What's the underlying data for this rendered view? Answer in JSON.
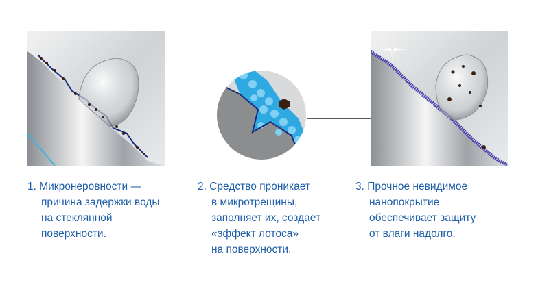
{
  "steps": [
    {
      "lines": [
        "1. Микронеровности —",
        "причина задержки воды",
        "на стеклянной",
        "поверхности."
      ]
    },
    {
      "lines": [
        "2. Средство проникает",
        "в микротрещины,",
        "заполняет их, создаёт",
        "«эффект лотоса»",
        "на поверхности."
      ]
    },
    {
      "lines": [
        "3. Прочное невидимое",
        "нанопокрытие",
        "обеспечивает защиту",
        "от влаги надолго."
      ]
    }
  ],
  "colors": {
    "text": "#1f5ea8",
    "coating": "#29a8e0",
    "edge": "#1a2a7a",
    "dirt": "#3a1e10"
  }
}
